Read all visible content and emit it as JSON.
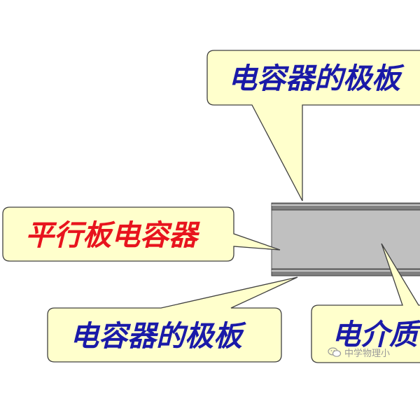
{
  "callouts": {
    "top_plate": "电容器的极板",
    "capacitor": "平行板电容器",
    "bottom_plate": "电容器的极板",
    "dielectric": "电介质"
  },
  "watermark": {
    "text": "中学物理小"
  },
  "colors": {
    "callout_fill": "#ffffcc",
    "callout_stroke": "#404040",
    "plate_gray": "#808080",
    "dielectric_gray": "#c0c0c0",
    "blue_text": "#1a1aa8",
    "red_text": "#e8141e",
    "watermark": "#9a9a9a"
  }
}
